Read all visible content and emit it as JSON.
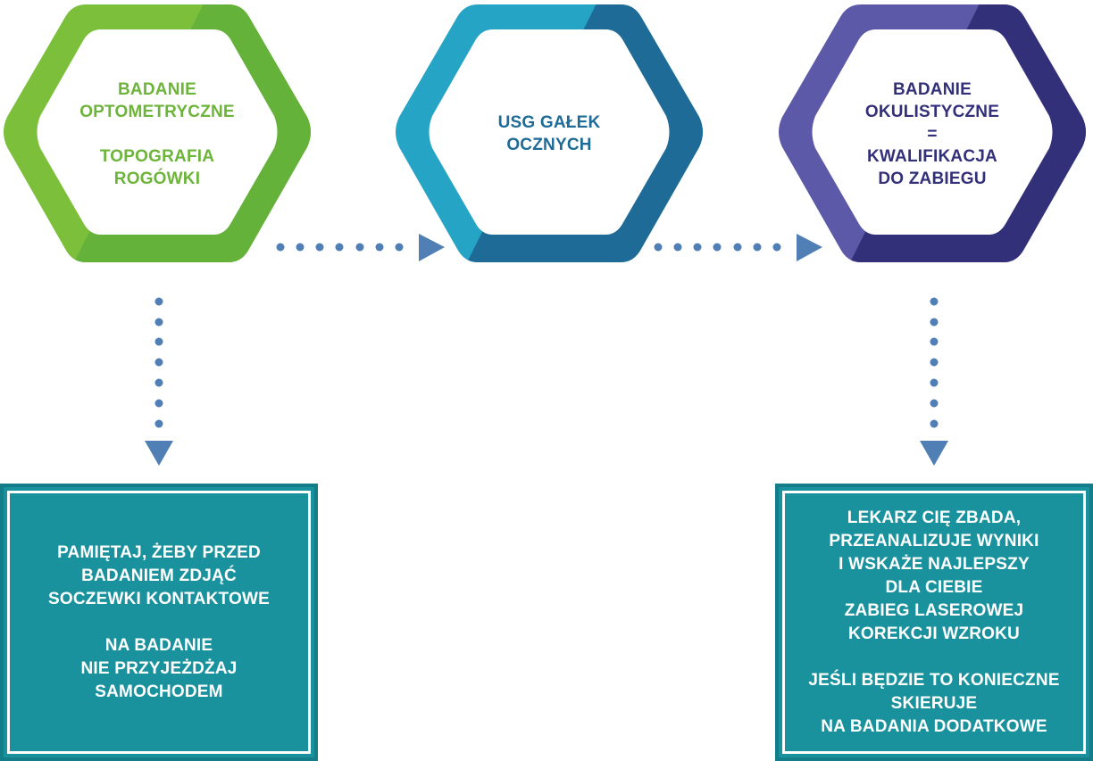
{
  "colors": {
    "green": "#7bbf3b",
    "green_dark": "#64b23a",
    "blue": "#26a4c6",
    "blue_dark": "#1e6b97",
    "purple": "#5c5aa8",
    "purple_dark": "#33307a",
    "arrow": "#4f7fb5",
    "box": "#1a929e"
  },
  "steps": [
    {
      "lines": [
        "BADANIE",
        "OPTOMETRYCZNE"
      ],
      "lines2": [
        "TOPOGRAFIA",
        "ROGÓWKI"
      ]
    },
    {
      "lines": [
        "USG GAŁEK",
        "OCZNYCH"
      ]
    },
    {
      "lines": [
        "BADANIE",
        "OKULISTYCZNE",
        "=",
        "KWALIFIKACJA",
        "DO ZABIEGU"
      ]
    }
  ],
  "notes": {
    "left": {
      "para1": [
        "PAMIĘTAJ, ŻEBY PRZED",
        "BADANIEM ZDJĄĆ",
        "SOCZEWKI KONTAKTOWE"
      ],
      "para2": [
        "NA BADANIE",
        "NIE PRZYJEŻDŻAJ",
        "SAMOCHODEM"
      ]
    },
    "right": {
      "para1": [
        "LEKARZ CIĘ ZBADA,",
        "PRZEANALIZUJE WYNIKI",
        "I WSKAŻE NAJLEPSZY",
        "DLA CIEBIE",
        "ZABIEG LASEROWEJ",
        "KOREKCJI WZROKU"
      ],
      "para2": [
        "JEŚLI BĘDZIE TO KONIECZNE",
        "SKIERUJE",
        "NA BADANIA DODATKOWE"
      ]
    }
  }
}
